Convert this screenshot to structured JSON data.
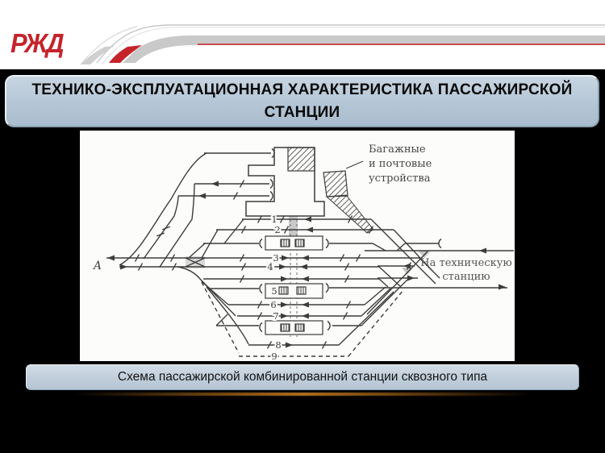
{
  "logo": {
    "text": "РЖД"
  },
  "title": {
    "text": "ТЕХНИКО-ЭКСПЛУАТАЦИОННАЯ ХАРАКТЕРИСТИКА ПАССАЖИРСКОЙ СТАНЦИИ"
  },
  "caption": {
    "text": "Схема пассажирской комбинированной станции сквозного типа"
  },
  "diagram": {
    "entry_point_label": "А",
    "baggage_label": {
      "line1": "Багажные",
      "line2": "и почтовые",
      "line3": "устройства"
    },
    "destination_label": {
      "line1": "На техническую",
      "line2": "станцию"
    },
    "track_numbers": {
      "t1": "1",
      "t2": "2",
      "t3": "3",
      "t4": "4",
      "t5": "5",
      "t6": "6",
      "t7": "7",
      "t8": "8",
      "t9": "9"
    }
  },
  "colors": {
    "slide_bg": "#000000",
    "top_band_bg": "#ffffff",
    "banner_bg": "#b4c6d6",
    "caption_bg": "#bfcdda",
    "accent_red": "#c5232b",
    "diagram_bg": "#fcfcfa",
    "diagram_line": "#3c3c3c",
    "divider_glow": "#b9762a"
  }
}
